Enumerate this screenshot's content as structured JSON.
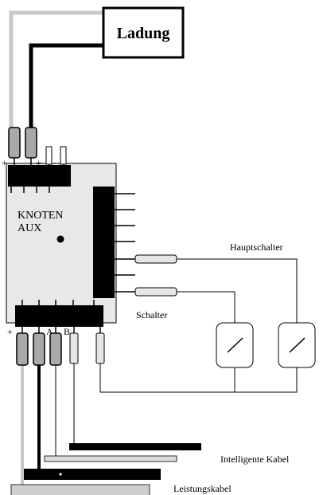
{
  "load": {
    "label": "Ladung"
  },
  "node": {
    "label_line1": "KNOTEN",
    "label_line2": "AUX"
  },
  "main_switch": {
    "label": "Hauptschalter"
  },
  "switch": {
    "label": "Schalter"
  },
  "cables": {
    "smart_label": "Intelligente Kabel",
    "power_label": "Leistungskabel"
  },
  "pin_labels": {
    "top_plus_1": "+",
    "top_minus_1": "-",
    "top_plus_2": "+",
    "top_minus_2": "-",
    "bottom_plus": "+",
    "bottom_a": "A",
    "bottom_b": "B"
  },
  "colors": {
    "node_fill": "#e8e8e8",
    "block_black": "#000000",
    "wire_gray": "#c8c8c8",
    "plug_gray": "#a9a9a9",
    "plug_light": "#e6e6e6"
  }
}
